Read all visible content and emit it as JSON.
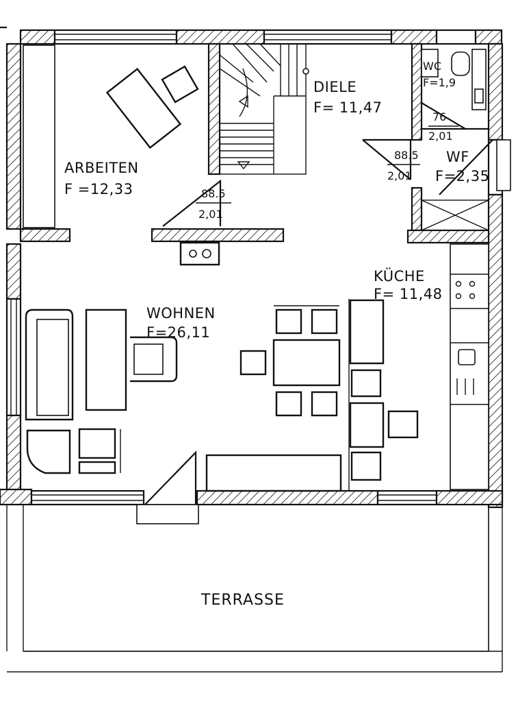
{
  "rooms": {
    "arbeiten": {
      "name": "ARBEITEN",
      "area": "F =12,33"
    },
    "diele": {
      "name": "DIELE",
      "area": "F= 11,47"
    },
    "wc": {
      "name": "WC",
      "area": "F=1,9"
    },
    "wf": {
      "name": "WF",
      "area": "F=2,35"
    },
    "wohnen": {
      "name": "WOHNEN",
      "area": "F=26,11"
    },
    "kueche": {
      "name": "KÜCHE",
      "area": "F= 11,48"
    },
    "terrasse": {
      "name": "TERRASSE"
    }
  },
  "doors": {
    "arbeiten": {
      "width": "88.5",
      "height": "2,01"
    },
    "wf": {
      "width": "88.5",
      "height": "2,01"
    },
    "wc": {
      "width": "76",
      "height": "2,01"
    }
  }
}
